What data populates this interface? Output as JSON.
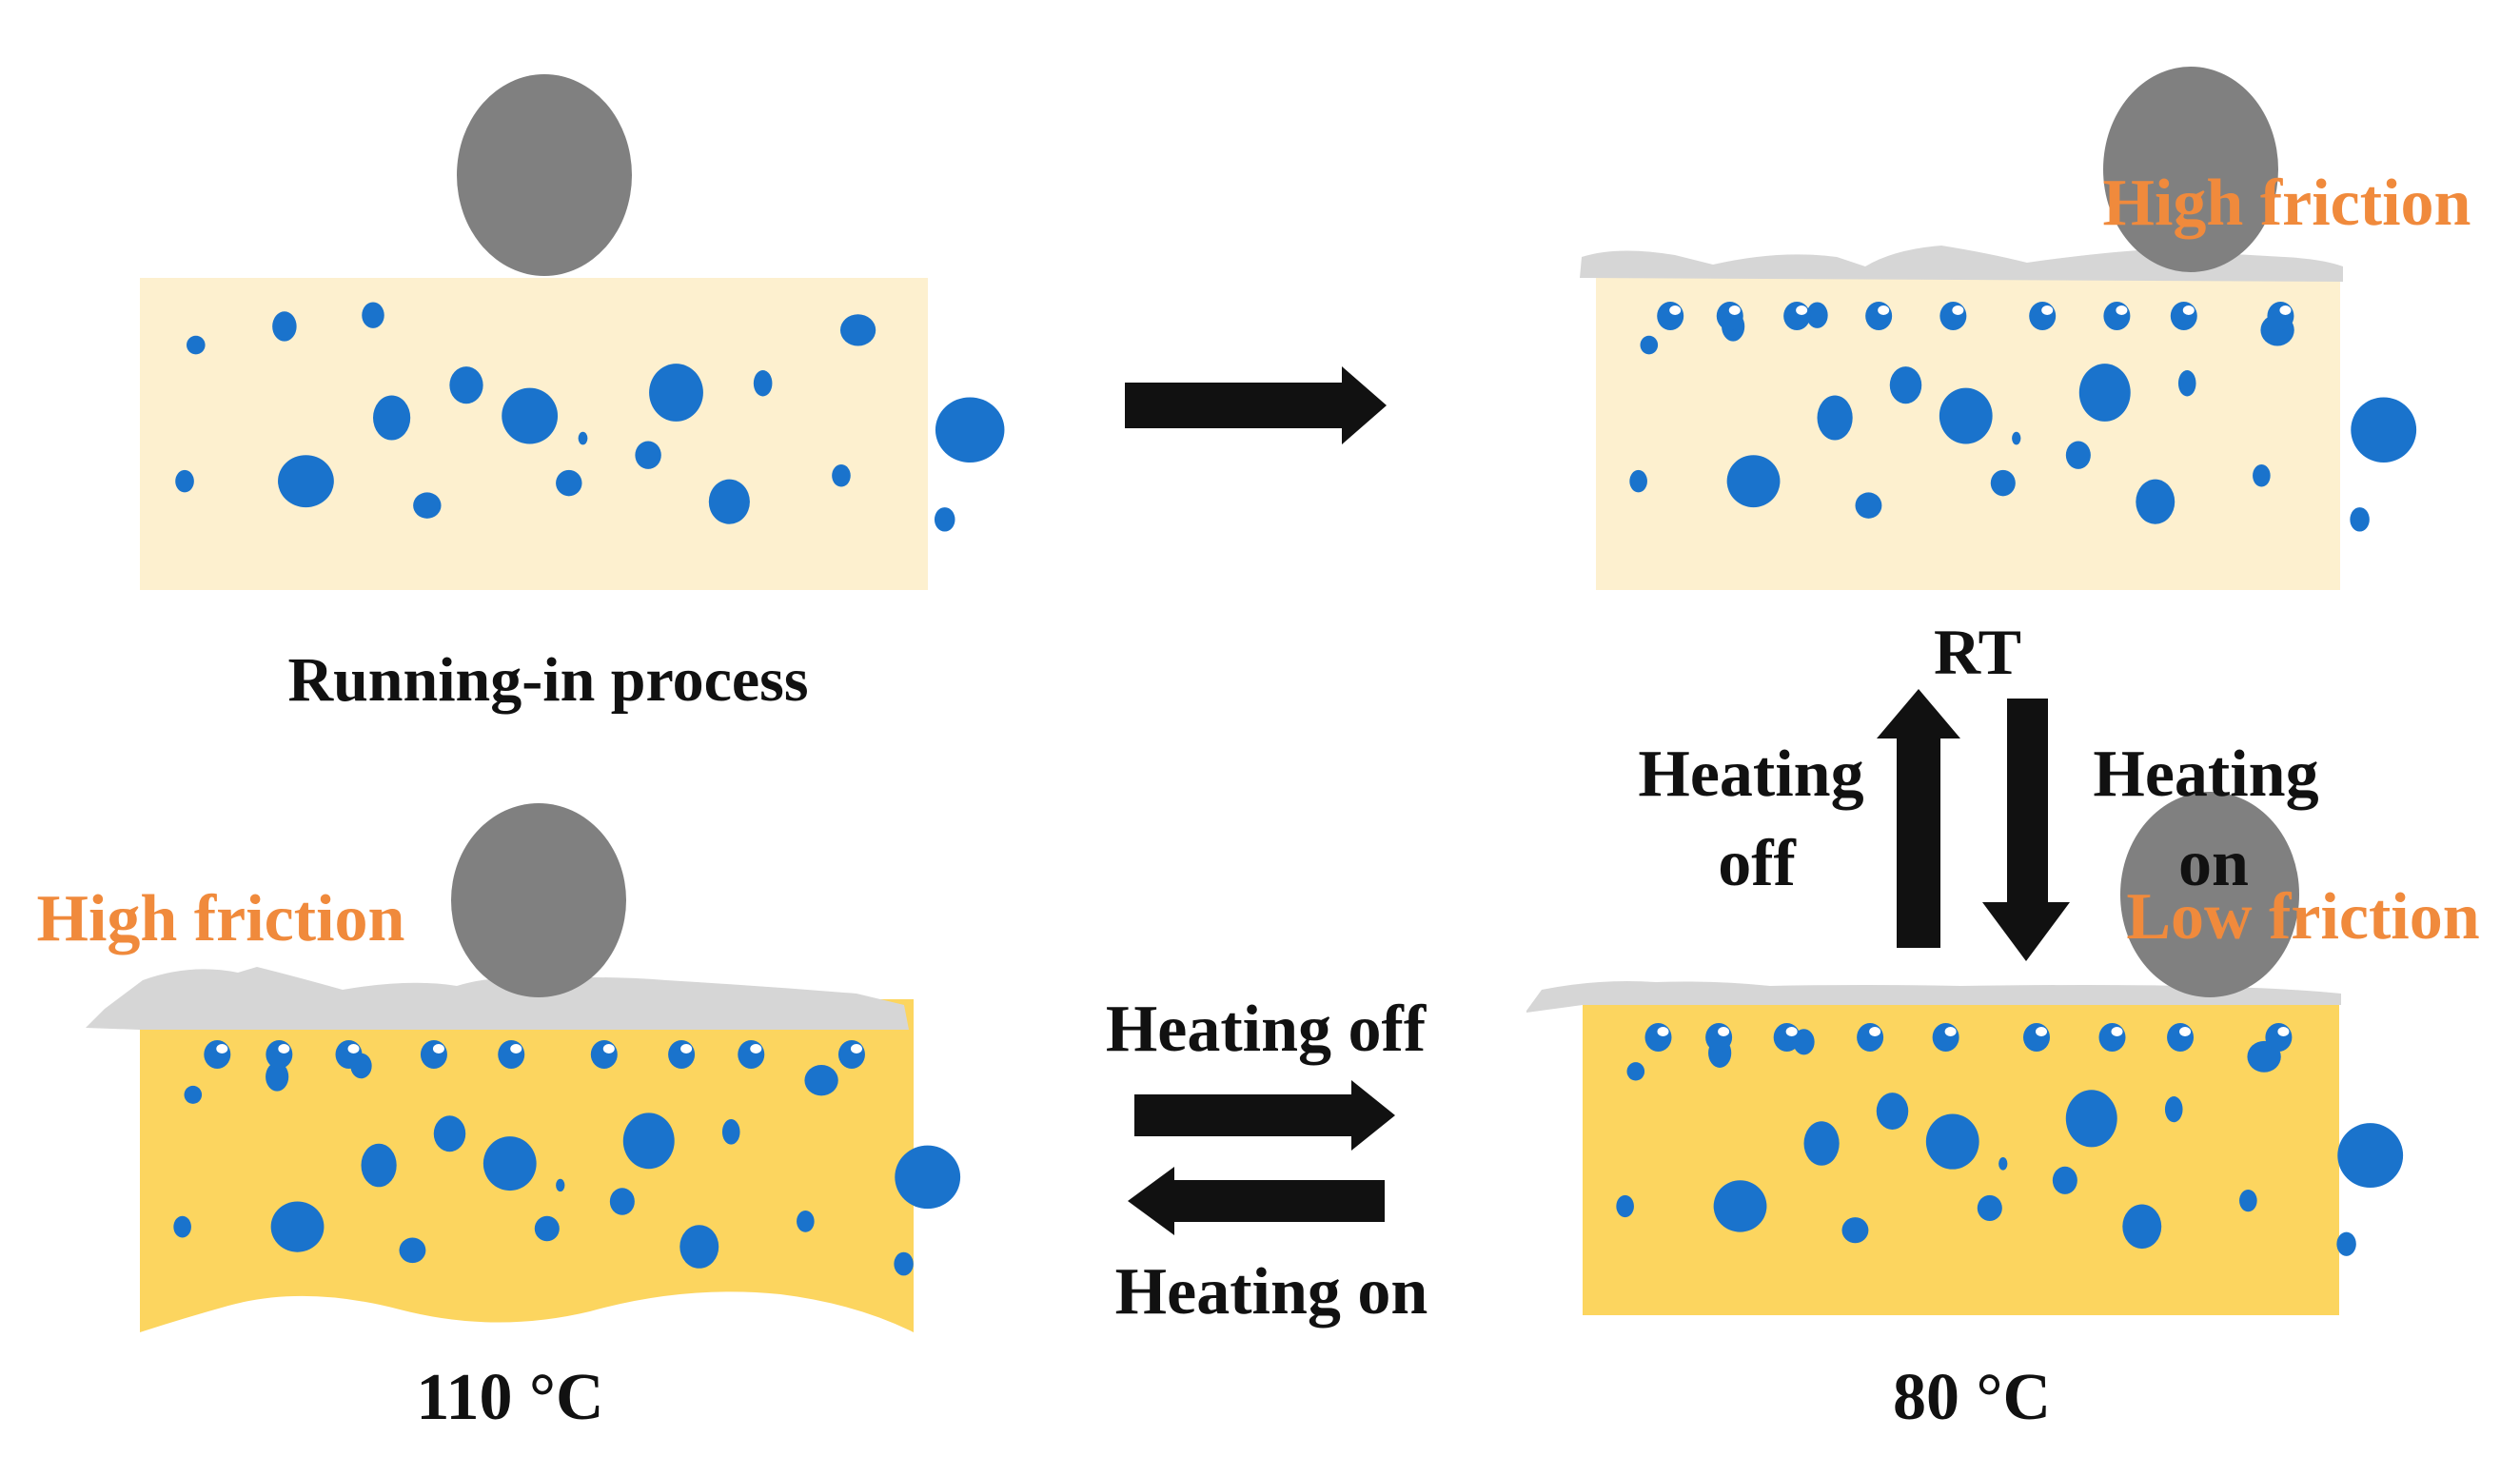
{
  "panels": {
    "running_in": {
      "caption": "Running-in process"
    },
    "room_temp": {
      "friction": "High friction",
      "state_label": "RT"
    },
    "hot_110": {
      "friction": "High friction",
      "caption": "110 °C"
    },
    "warm_80": {
      "friction": "Low friction",
      "caption": "80 °C"
    }
  },
  "transitions": {
    "vertical_up": {
      "line1": "Heating",
      "line2": "off"
    },
    "vertical_down": {
      "line1": "Heating",
      "line2": "on"
    },
    "horizontal_top": "Heating off",
    "horizontal_bottom": "Heating on"
  },
  "colors": {
    "block_light": "#fdf0cf",
    "block_dark": "#fcd55f",
    "droplet": "#1a73cc",
    "ball": "#808080",
    "film": "#d6d6d6",
    "friction_text": "#f08a3c",
    "text": "#111111"
  }
}
